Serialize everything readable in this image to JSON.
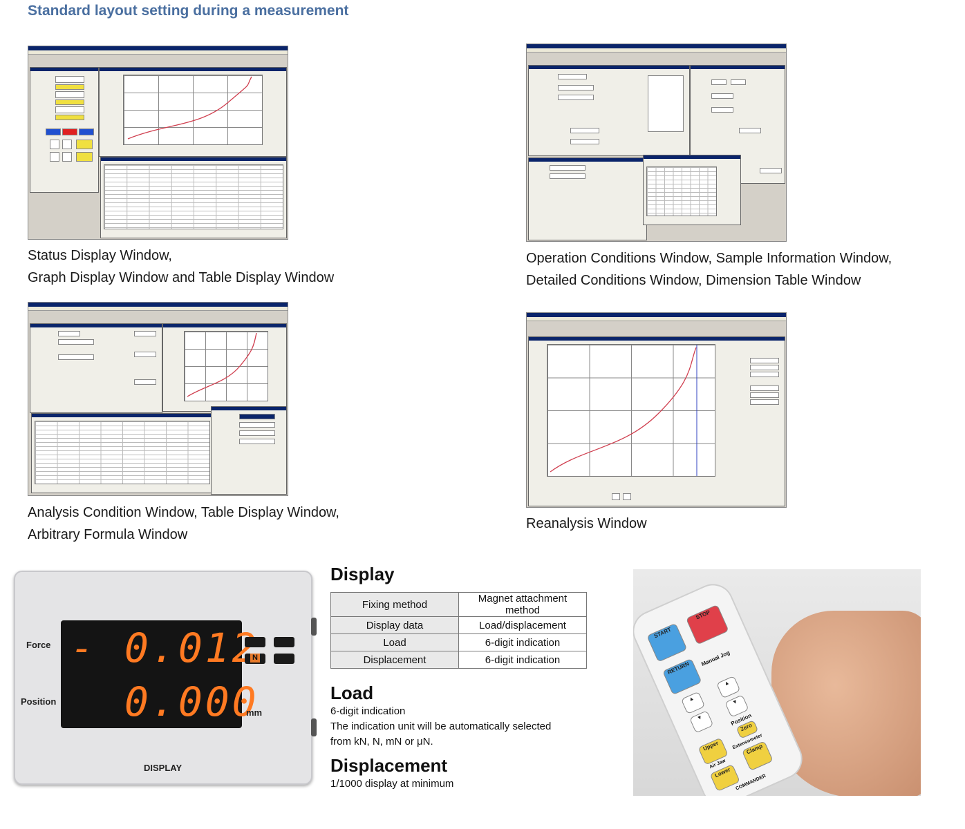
{
  "heading": "Standard layout setting during a measurement",
  "screens": [
    {
      "caption_line1": "Status Display Window,",
      "caption_line2": "Graph Display Window and Table Display Window"
    },
    {
      "caption_line1": "Operation Conditions Window, Sample Information Window,",
      "caption_line2": "Detailed Conditions Window, Dimension Table Window"
    },
    {
      "caption_line1": "Analysis Condition Window, Table Display Window,",
      "caption_line2": "Arbitrary Formula Window"
    },
    {
      "caption_line1": "Reanalysis Window",
      "caption_line2": ""
    }
  ],
  "device": {
    "force_label": "Force",
    "position_label": "Position",
    "force_sign": "-",
    "force_value": "0.012",
    "position_value": "0.000",
    "unit_n": "N",
    "unit_mm": "mm",
    "name": "DISPLAY",
    "segment_color": "#ff7a22"
  },
  "display_section": {
    "title": "Display",
    "rows": [
      {
        "key": "Fixing method",
        "value": "Magnet attachment method"
      },
      {
        "key": "Display data",
        "value": "Load/displacement"
      },
      {
        "key": "Load",
        "value": "6-digit indication"
      },
      {
        "key": "Displacement",
        "value": "6-digit indication"
      }
    ]
  },
  "load_section": {
    "title": "Load",
    "line1": "6-digit indication",
    "line2": "The indication unit will be automatically selected",
    "line3": "from kN, N, mN or μN."
  },
  "displacement_section": {
    "title": "Displacement",
    "line1": "1/1000 display at minimum"
  },
  "remote": {
    "start": "START",
    "stop": "STOP",
    "return": "RETURN",
    "manual_jog": "Manual Jog",
    "position": "Position",
    "zero": "Zero",
    "upper": "Upper",
    "extensometer": "Extensometer",
    "air_jaw": "Air Jaw",
    "lower": "Lower",
    "clamp": "Clamp",
    "commander": "COMMANDER"
  }
}
